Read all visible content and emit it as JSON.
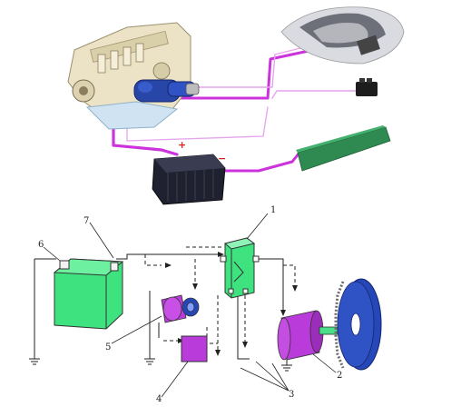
{
  "callouts": [
    {
      "id": "starter-relay",
      "label": "1"
    },
    {
      "id": "starter-motor",
      "label": "2"
    },
    {
      "id": "relay-contacts",
      "label": "3"
    },
    {
      "id": "ignition-unit",
      "label": "4"
    },
    {
      "id": "ignition-switch",
      "label": "5"
    },
    {
      "id": "battery",
      "label": "6"
    },
    {
      "id": "main-cable",
      "label": "7"
    }
  ],
  "battery_polarity": {
    "positive": "+",
    "negative": "−"
  },
  "colors": {
    "wire": "#cc33dd",
    "motor": "#b93bd9",
    "relay": "#44e48a",
    "battery_schematic": "#3ee27e",
    "flywheel": "#2547b8",
    "sensor_bar": "#2f8a52",
    "engine": "#e9dcb6",
    "starter_photo": "#2846a8",
    "line": "#222222"
  }
}
